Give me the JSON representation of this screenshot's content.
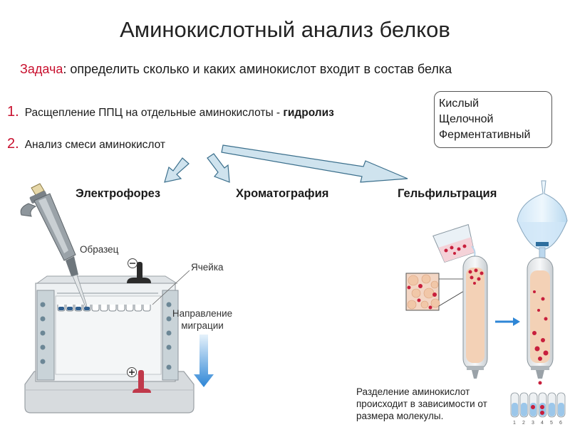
{
  "title": "Аминокислотный анализ белков",
  "task": {
    "prefix": "Задача",
    "text": ": определить сколько и каких аминокислот входит в состав белка"
  },
  "steps": [
    {
      "number": "1.",
      "text": "Расщепление  ППЦ  на  отдельные  аминокислоты  - ",
      "bold": "гидролиз"
    },
    {
      "number": "2.",
      "text": "Анализ  смеси  аминокислот",
      "bold": ""
    }
  ],
  "hydrolysis_types": [
    "Кислый",
    "Щелочной",
    "Ферментативный"
  ],
  "methods": [
    "Электрофорез",
    "Хроматография",
    "Гельфильтрация"
  ],
  "labels": {
    "sample": "Образец",
    "well": "Ячейка",
    "direction": "Направление миграции",
    "minus": "−",
    "plus": "+"
  },
  "gel_note": "Разделение аминокислот происходит в зависимости от размера молекулы.",
  "fraction_numbers": [
    "1",
    "2",
    "3",
    "4",
    "5",
    "6"
  ],
  "colors": {
    "accent_red": "#c8102e",
    "arrow_fill": "#cfe3ee",
    "arrow_stroke": "#3b6f8c",
    "gel_bead": "#e8b78f",
    "blue": "#2e86d6"
  }
}
